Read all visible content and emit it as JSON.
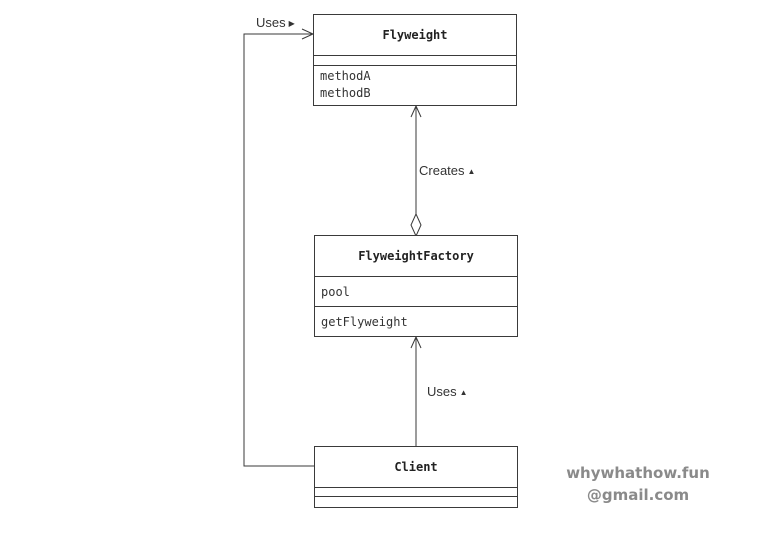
{
  "classes": {
    "flyweight": {
      "name": "Flyweight",
      "fields": [],
      "methods": [
        "methodA",
        "methodB"
      ]
    },
    "factory": {
      "name": "FlyweightFactory",
      "fields": [
        "pool"
      ],
      "methods": [
        "getFlyweight"
      ]
    },
    "client": {
      "name": "Client",
      "fields": [],
      "methods": []
    }
  },
  "relations": {
    "client_uses_flyweight": {
      "label": "Uses",
      "arrow": "▶"
    },
    "factory_creates_flyweight": {
      "label": "Creates",
      "arrow": "▲"
    },
    "client_uses_factory": {
      "label": "Uses",
      "arrow": "▲"
    }
  },
  "watermark": {
    "line1": "whywhathow.fun",
    "line2": "@gmail.com"
  },
  "colors": {
    "line": "#3a3a3a",
    "watermark": "#8a8a8a"
  }
}
